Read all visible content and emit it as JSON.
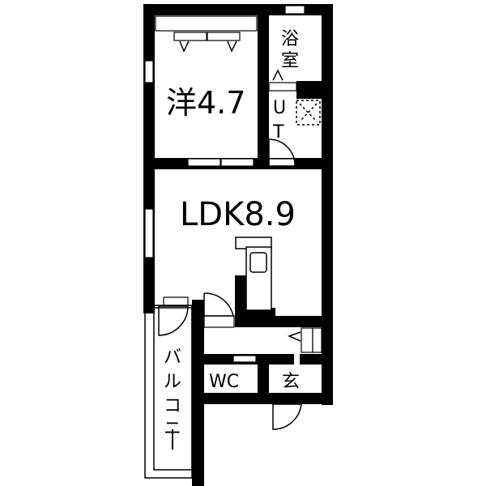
{
  "floorplan": {
    "rooms": [
      {
        "id": "western-room",
        "label": "洋4.7"
      },
      {
        "id": "bathroom",
        "label_line1": "浴",
        "label_line2": "室"
      },
      {
        "id": "utility",
        "label_line1": "U",
        "label_line2": "T"
      },
      {
        "id": "ldk",
        "label": "LDK8.9"
      },
      {
        "id": "toilet",
        "label": "WC"
      },
      {
        "id": "entrance",
        "label": "玄"
      },
      {
        "id": "balcony",
        "chars": [
          "バ",
          "ル",
          "コ",
          "ニ",
          "ー"
        ]
      }
    ],
    "colors": {
      "wall": "#000000",
      "background": "#ffffff"
    }
  }
}
